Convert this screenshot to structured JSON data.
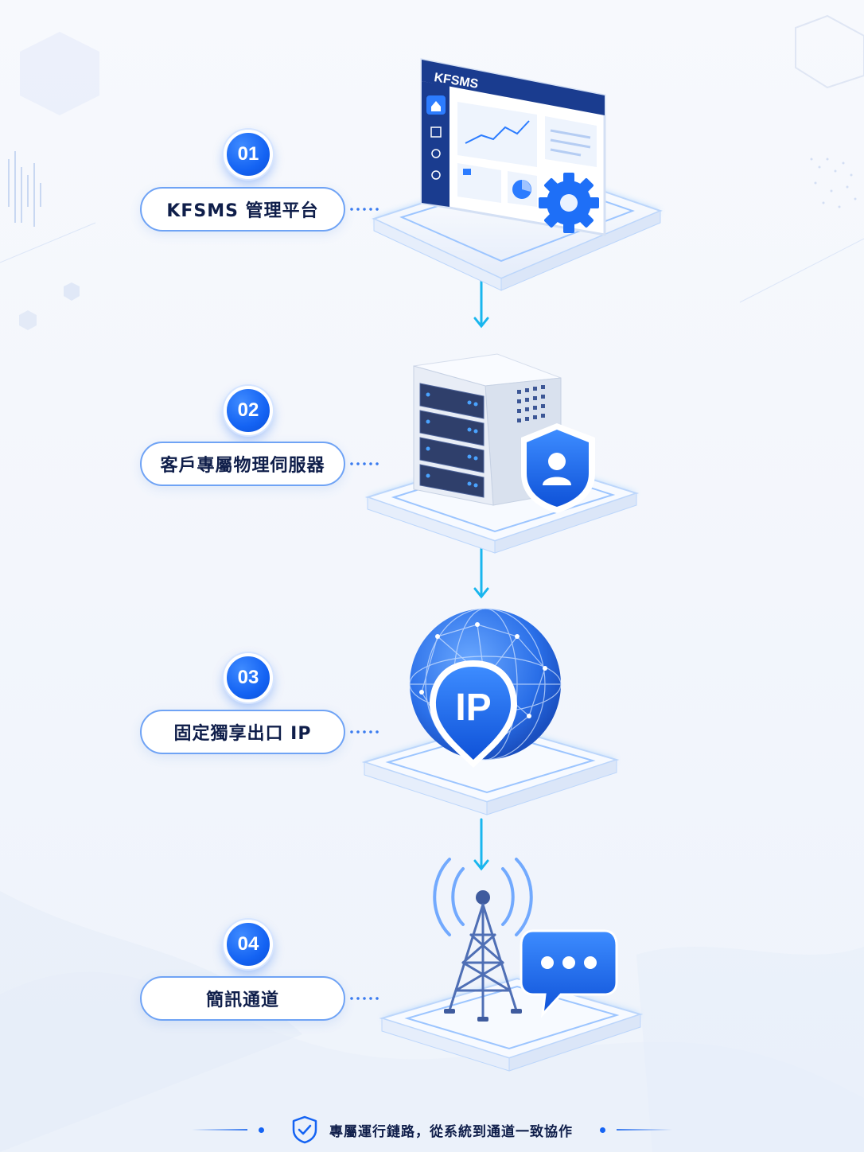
{
  "steps": [
    {
      "number": "01",
      "label": "KFSMS 管理平台",
      "screen_title": "KFSMS",
      "icon": "dashboard-monitor-icon"
    },
    {
      "number": "02",
      "label": "客戶專屬物理伺服器",
      "icon": "server-shield-icon"
    },
    {
      "number": "03",
      "label": "固定獨享出口 IP",
      "ip_text": "IP",
      "icon": "globe-ip-pin-icon"
    },
    {
      "number": "04",
      "label": "簡訊通道",
      "icon": "tower-chat-icon"
    }
  ],
  "footer": {
    "text": "專屬運行鏈路，從系統到通道一致協作",
    "icon": "shield-check-icon"
  },
  "colors": {
    "accent": "#1463f3",
    "text": "#0f1e4a",
    "cyan": "#19b6ee"
  }
}
